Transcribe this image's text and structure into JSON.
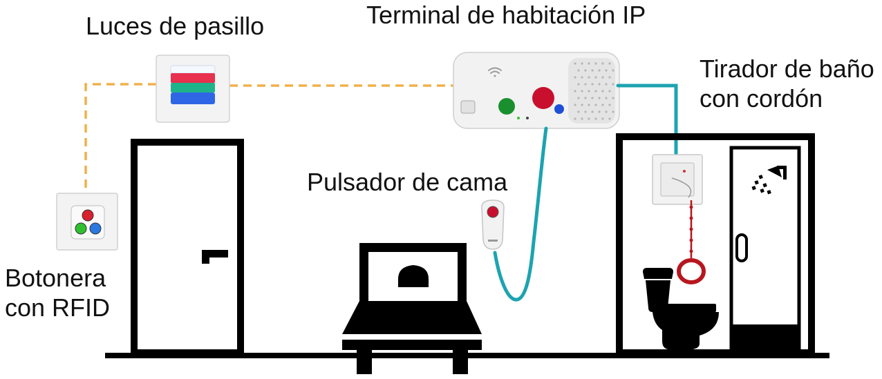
{
  "labels": {
    "hallway_lights": "Luces de pasillo",
    "room_terminal": "Terminal de habitación IP",
    "bathroom_pull_line1": "Tirador de baño",
    "bathroom_pull_line2": "con cordón",
    "bed_button": "Pulsador de cama",
    "keypad_line1": "Botonera",
    "keypad_line2": "con RFID"
  },
  "colors": {
    "cable_data": "#f0b14a",
    "cable_audio": "#1da3b0",
    "light_white": "#f4f8ff",
    "light_red": "#e8304f",
    "light_green": "#1fb38a",
    "light_blue": "#2f66e6",
    "terminal_green": "#1a8f2e",
    "terminal_red": "#c8102e",
    "terminal_blue": "#1f4fd6",
    "keypad_red": "#d8202e",
    "keypad_green": "#2fc12f",
    "keypad_blue": "#2a78e0",
    "pull_ring": "#b8161f",
    "silhouette": "#000000"
  },
  "icons": [
    "wifi-icon",
    "shower-icon",
    "toilet-icon",
    "bed-icon",
    "door-icon"
  ]
}
